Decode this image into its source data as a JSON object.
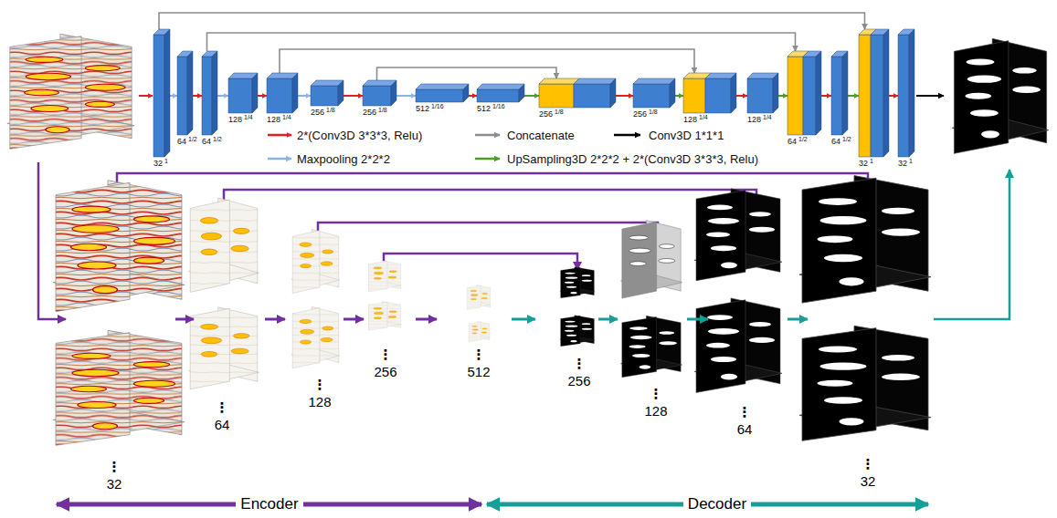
{
  "diagram": {
    "nodes": [
      {
        "text": [
          "32",
          "1"
        ]
      },
      {
        "text": [
          "64",
          "1/2"
        ]
      },
      {
        "text": [
          "64",
          "1/2"
        ]
      },
      {
        "text": [
          "128",
          "1/4"
        ]
      },
      {
        "text": [
          "128",
          "1/4"
        ]
      },
      {
        "text": [
          "256",
          "1/8"
        ]
      },
      {
        "text": [
          "256",
          "1/8"
        ]
      },
      {
        "text": [
          "512",
          "1/16"
        ]
      },
      {
        "text": [
          "512",
          "1/16"
        ]
      },
      {
        "text": [
          "256",
          "1/8"
        ]
      },
      {
        "text": [
          "256",
          "1/8"
        ]
      },
      {
        "text": [
          "128",
          "1/4"
        ]
      },
      {
        "text": [
          "128",
          "1/4"
        ]
      },
      {
        "text": [
          "64",
          "1/2"
        ]
      },
      {
        "text": [
          "64",
          "1/2"
        ]
      },
      {
        "text": [
          "32",
          "1"
        ]
      },
      {
        "text": [
          "32",
          "1"
        ]
      }
    ],
    "edges": [
      {
        "from": 0,
        "to": 1,
        "arrow": "to"
      },
      {
        "from": 1,
        "to": 2,
        "arrow": "to"
      },
      {
        "from": 2,
        "to": 3,
        "arrow": "to"
      },
      {
        "from": 3,
        "to": 4,
        "arrow": "to"
      },
      {
        "from": 4,
        "to": 5,
        "arrow": "to"
      },
      {
        "from": 5,
        "to": 6,
        "arrow": "to"
      },
      {
        "from": 6,
        "to": 7,
        "arrow": "to"
      },
      {
        "from": 7,
        "to": 8,
        "arrow": "to"
      },
      {
        "from": 8,
        "to": 9,
        "arrow": "to"
      },
      {
        "from": 9,
        "to": 10,
        "arrow": "to"
      },
      {
        "from": 10,
        "to": 11,
        "arrow": "to"
      },
      {
        "from": 11,
        "to": 12,
        "arrow": "to"
      },
      {
        "from": 12,
        "to": 13,
        "arrow": "to"
      },
      {
        "from": 13,
        "to": 14,
        "arrow": "to"
      },
      {
        "from": 14,
        "to": 15,
        "arrow": "to"
      },
      {
        "from": 15,
        "to": 16,
        "arrow": "to"
      },
      {
        "from": 0,
        "to": 15,
        "arrow": "to"
      },
      {
        "from": 2,
        "to": 13,
        "arrow": "to"
      },
      {
        "from": 4,
        "to": 11,
        "arrow": "to"
      },
      {
        "from": 6,
        "to": 9,
        "arrow": "to"
      }
    ],
    "labels": [
      "⋮",
      "32",
      "⋮",
      "64",
      "⋮",
      "128",
      "⋮",
      "256",
      "⋮",
      "512",
      "⋮",
      "256",
      "⋮",
      "128",
      "⋮",
      "64",
      "⋮",
      "32",
      "Encoder",
      "Decoder"
    ],
    "legend": [
      {
        "text": "2*(Conv3D 3*3*3, Relu)"
      },
      {
        "text": "Concatenate"
      },
      {
        "text": "Conv3D 1*1*1"
      },
      {
        "text": "Maxpooling 2*2*2"
      },
      {
        "text": "UpSampling3D 2*2*2 + 2*(Conv3D 3*3*3, Relu)"
      }
    ]
  }
}
